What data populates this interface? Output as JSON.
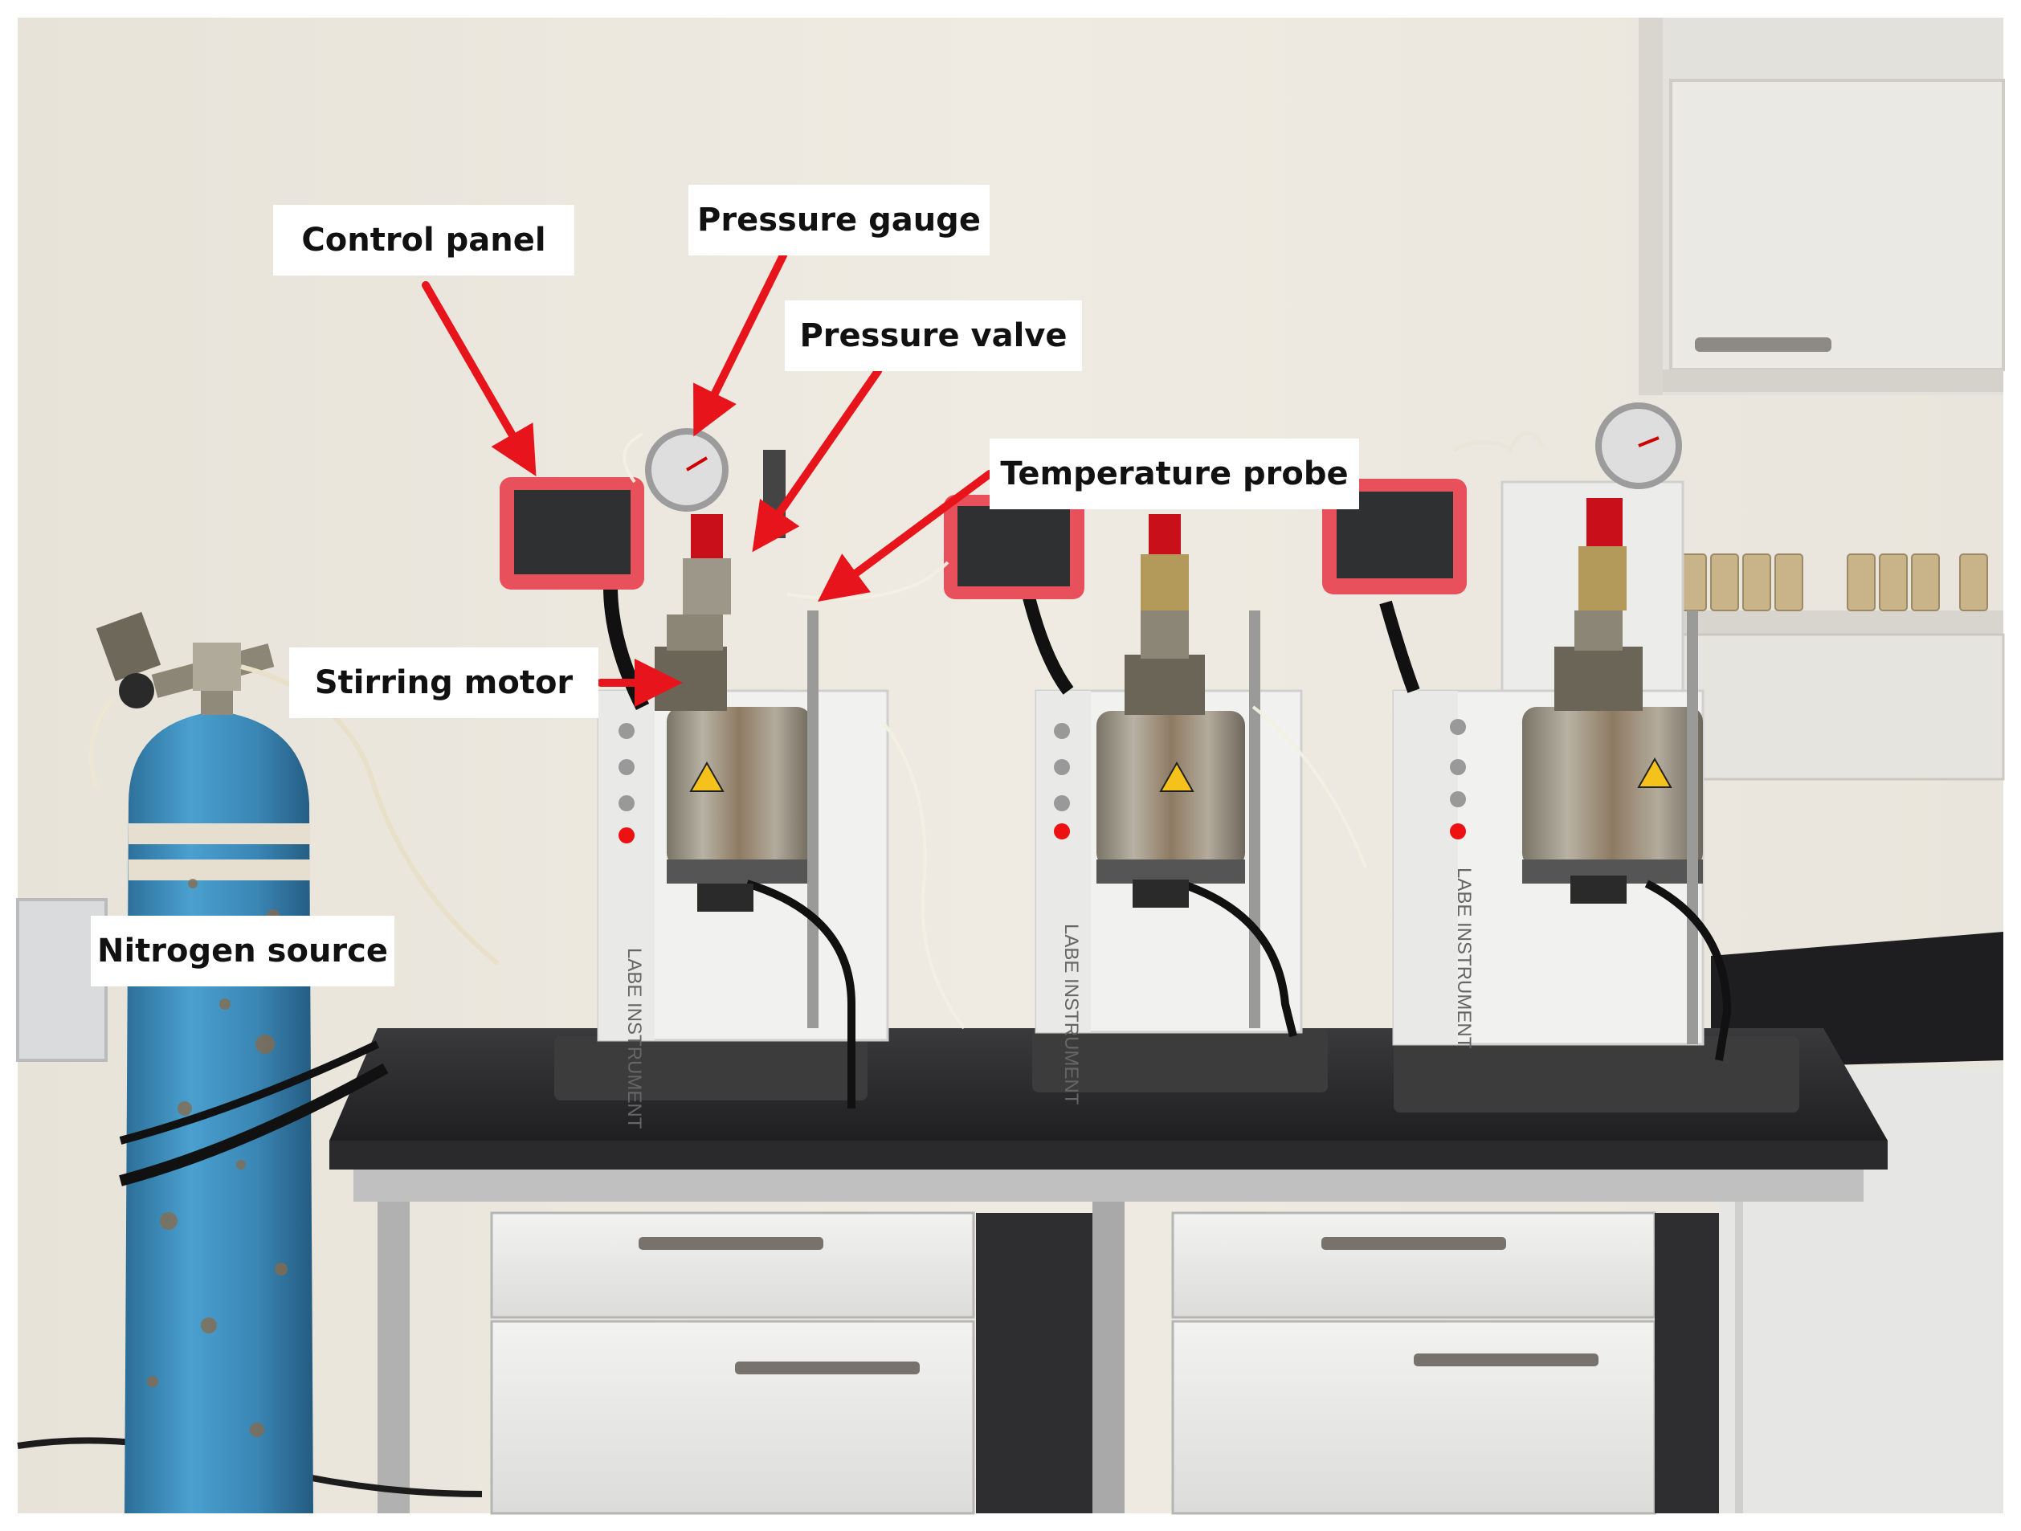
{
  "figure": {
    "description_labels": {
      "control_panel": "Control panel",
      "pressure_gauge": "Pressure gauge",
      "pressure_valve": "Pressure valve",
      "temperature_probe": "Temperature probe",
      "stirring_motor": "Stirring motor",
      "nitrogen_source": "Nitrogen source"
    },
    "reactor_brand": "LABE INSTRUMENT",
    "arrow_color": "#e8141b",
    "cylinder_color": "#3f95c8",
    "panel_accent_color": "#e8505b"
  }
}
